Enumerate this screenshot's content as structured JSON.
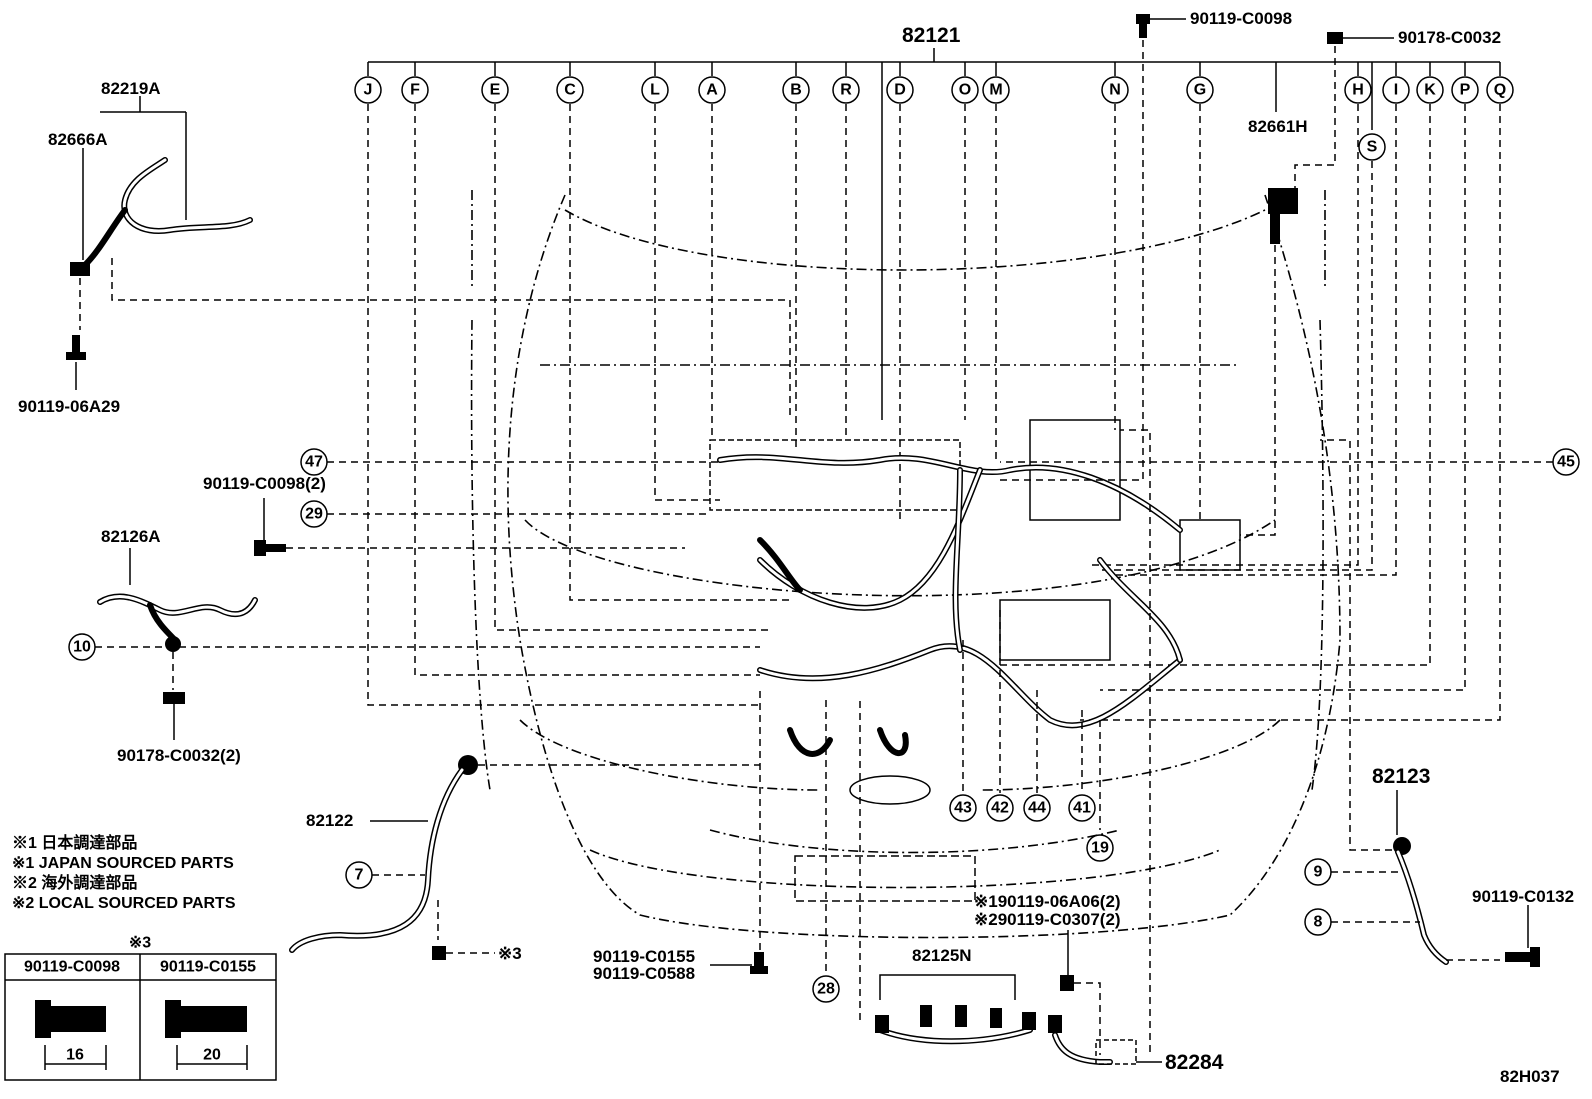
{
  "diagram_id": "82H037",
  "main_part": "82121",
  "connector_letters": [
    "J",
    "F",
    "E",
    "C",
    "L",
    "A",
    "B",
    "R",
    "D",
    "O",
    "M",
    "N",
    "G",
    "H",
    "I",
    "K",
    "P",
    "Q",
    "S"
  ],
  "numbered_callouts": [
    "47",
    "29",
    "10",
    "7",
    "45",
    "43",
    "42",
    "44",
    "41",
    "19",
    "28",
    "9",
    "8"
  ],
  "parts": {
    "p82219A": "82219A",
    "p82666A": "82666A",
    "p9011906A29": "90119-06A29",
    "p90119C0098_2": "90119-C0098(2)",
    "p82126A": "82126A",
    "p90178C0032_2": "90178-C0032(2)",
    "p82122": "82122",
    "p90119C0098": "90119-C0098",
    "p90178C0032": "90178-C0032",
    "p82661H": "82661H",
    "p82123": "82123",
    "p90119C0132": "90119-C0132",
    "p82125N": "82125N",
    "p82284": "82284",
    "p90119C0155": "90119-C0155",
    "p90119C0588": "90119-C0588",
    "p1_9011906A06": "※190119-06A06(2)",
    "p2_90119C0307": "※290119-C0307(2)",
    "note3mark": "※3"
  },
  "legend": [
    "※1 日本調達部品",
    "※1 JAPAN SOURCED PARTS",
    "※2 海外調達部品",
    "※2 LOCAL SOURCED PARTS"
  ],
  "bolt_table": {
    "title": "※3",
    "col1": "90119-C0098",
    "col2": "90119-C0155",
    "len1": "16",
    "len2": "20"
  }
}
